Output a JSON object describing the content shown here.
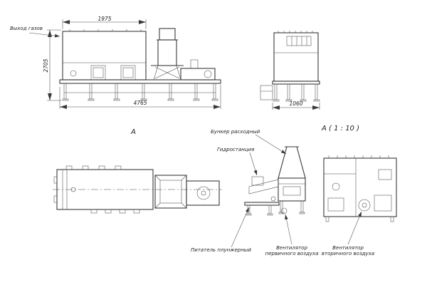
{
  "side_view": {
    "dim_top": "1975",
    "dim_left": "2705",
    "dim_bottom": "4765",
    "gas_outlet": "Выход газов"
  },
  "end_view": {
    "dim_bottom": "1060"
  },
  "plan_view": {
    "view_label": "А"
  },
  "detail_view": {
    "title": "А ( 1 : 10 )",
    "hopper": "Бункер расходный",
    "hydraulic": "Гидростанция",
    "feeder": "Питатель плунжерный",
    "primary_fan_line1": "Вентилятор",
    "primary_fan_line2": "первичного воздуха",
    "secondary_fan_line1": "Вентилятор",
    "secondary_fan_line2": "вторичного воздуха"
  }
}
